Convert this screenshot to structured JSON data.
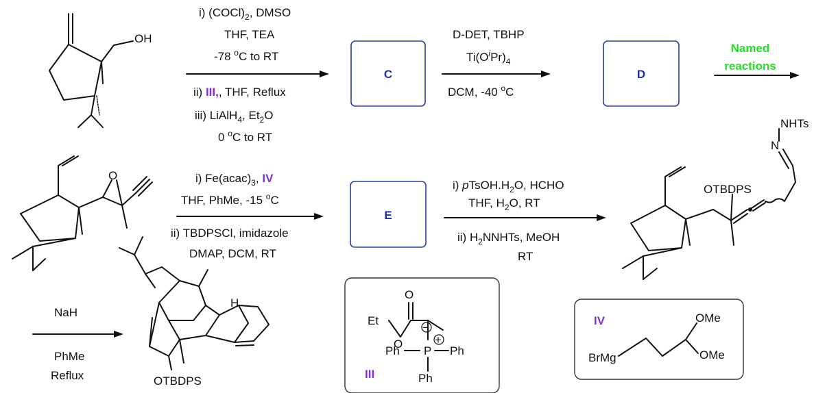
{
  "step1": {
    "reagents_above": [
      "i) (COCl)",
      "DMSO",
      "THF, TEA",
      "-78 ",
      "C to RT"
    ],
    "below": {
      "ii_prefix": "ii) ",
      "ii_roman": "III",
      "ii_suffix": ", THF, Reflux",
      "iii": "iii) LiAlH",
      "iii_tail": ", Et",
      "iii_o": "O",
      "iv": "0 ",
      "iv_tail": "C to RT"
    },
    "subs": {
      "two": "2",
      "four": "4",
      "o": "o"
    }
  },
  "compound_C": {
    "label": "C"
  },
  "step2": {
    "line1": "D-DET, TBHP",
    "line2_a": "Ti(O",
    "line2_i": "i",
    "line2_b": "Pr)",
    "line2_sub": "4",
    "line3_a": "DCM, -40 ",
    "line3_b": "C",
    "o": "o"
  },
  "compound_D": {
    "label": "D"
  },
  "step3": {
    "line1": "Named",
    "line2": "reactions"
  },
  "step4": {
    "line1_a": "i) Fe(acac)",
    "line1_sub": "3",
    "line1_b": ", ",
    "line1_roman": "IV",
    "line2_a": "THF, PhMe, -15 ",
    "line2_b": "C",
    "line3": "ii) TBDPSCl, imidazole",
    "line4": "DMAP, DCM, RT",
    "o": "o"
  },
  "compound_E": {
    "label": "E"
  },
  "step5": {
    "line1_a": "i) ",
    "line1_p": "p",
    "line1_b": "TsOH.H",
    "line1_sub": "2",
    "line1_c": "O, HCHO",
    "line2_a": "THF, H",
    "line2_sub": "2",
    "line2_b": "O, RT",
    "line3_a": "ii) H",
    "line3_sub": "2",
    "line3_b": "NNHTs, MeOH",
    "line4": "RT"
  },
  "step6": {
    "line1": "NaH",
    "line2": "PhMe",
    "line3": "Reflux"
  },
  "atoms": {
    "oh": "OH",
    "o_epox": "O",
    "otbdps": "OTBDPS",
    "nhts": "NHTs",
    "n": "N",
    "h": "H",
    "otbdps_product": "OTBDPS"
  },
  "reagent_III": {
    "label": "III",
    "o": "O",
    "et": "Et",
    "o2": "O",
    "p": "P",
    "ph_left": "Ph",
    "ph_right": "Ph",
    "ph_bottom": "Ph",
    "minus": "−",
    "plus": "+"
  },
  "reagent_IV": {
    "label": "IV",
    "ome1": "OMe",
    "ome2": "OMe",
    "brmg": "BrMg"
  }
}
